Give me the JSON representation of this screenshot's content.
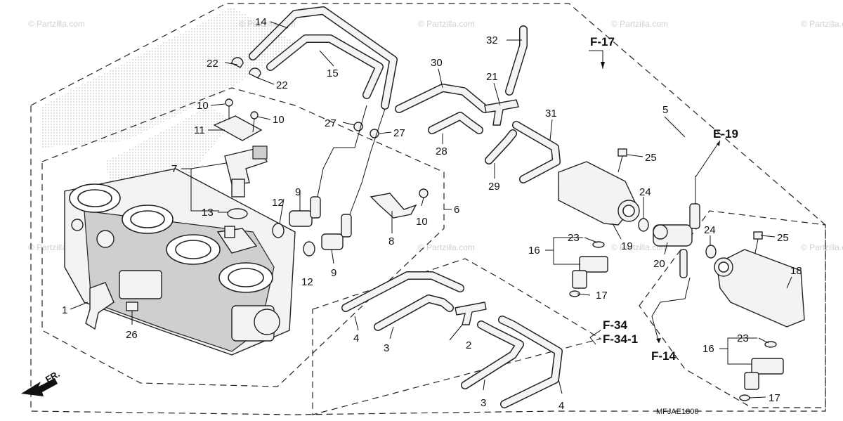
{
  "watermark": "© Partzilla.com",
  "diagram_code": "MFJAE1800",
  "front_arrow_label": "FR.",
  "colors": {
    "line": "#222222",
    "watermark": "#d0d0d0",
    "shading": "#bbbbbb"
  },
  "ref_labels": {
    "f17": "F-17",
    "e19": "E-19",
    "f34": "F-34",
    "f34_1": "F-34-1",
    "f14": "F-14"
  },
  "callouts": {
    "c1": "1",
    "c2": "2",
    "c3a": "3",
    "c3b": "3",
    "c4a": "4",
    "c4b": "4",
    "c5": "5",
    "c6": "6",
    "c7": "7",
    "c8": "8",
    "c9a": "9",
    "c9b": "9",
    "c10a": "10",
    "c10b": "10",
    "c10c": "10",
    "c11": "11",
    "c12a": "12",
    "c12b": "12",
    "c13": "13",
    "c14": "14",
    "c15": "15",
    "c16a": "16",
    "c16b": "16",
    "c17a": "17",
    "c17b": "17",
    "c18": "18",
    "c19": "19",
    "c20": "20",
    "c21": "21",
    "c22a": "22",
    "c22b": "22",
    "c23a": "23",
    "c23b": "23",
    "c24a": "24",
    "c24b": "24",
    "c25a": "25",
    "c25b": "25",
    "c26": "26",
    "c27a": "27",
    "c27b": "27",
    "c28": "28",
    "c29": "29",
    "c30": "30",
    "c31": "31",
    "c32": "32"
  }
}
